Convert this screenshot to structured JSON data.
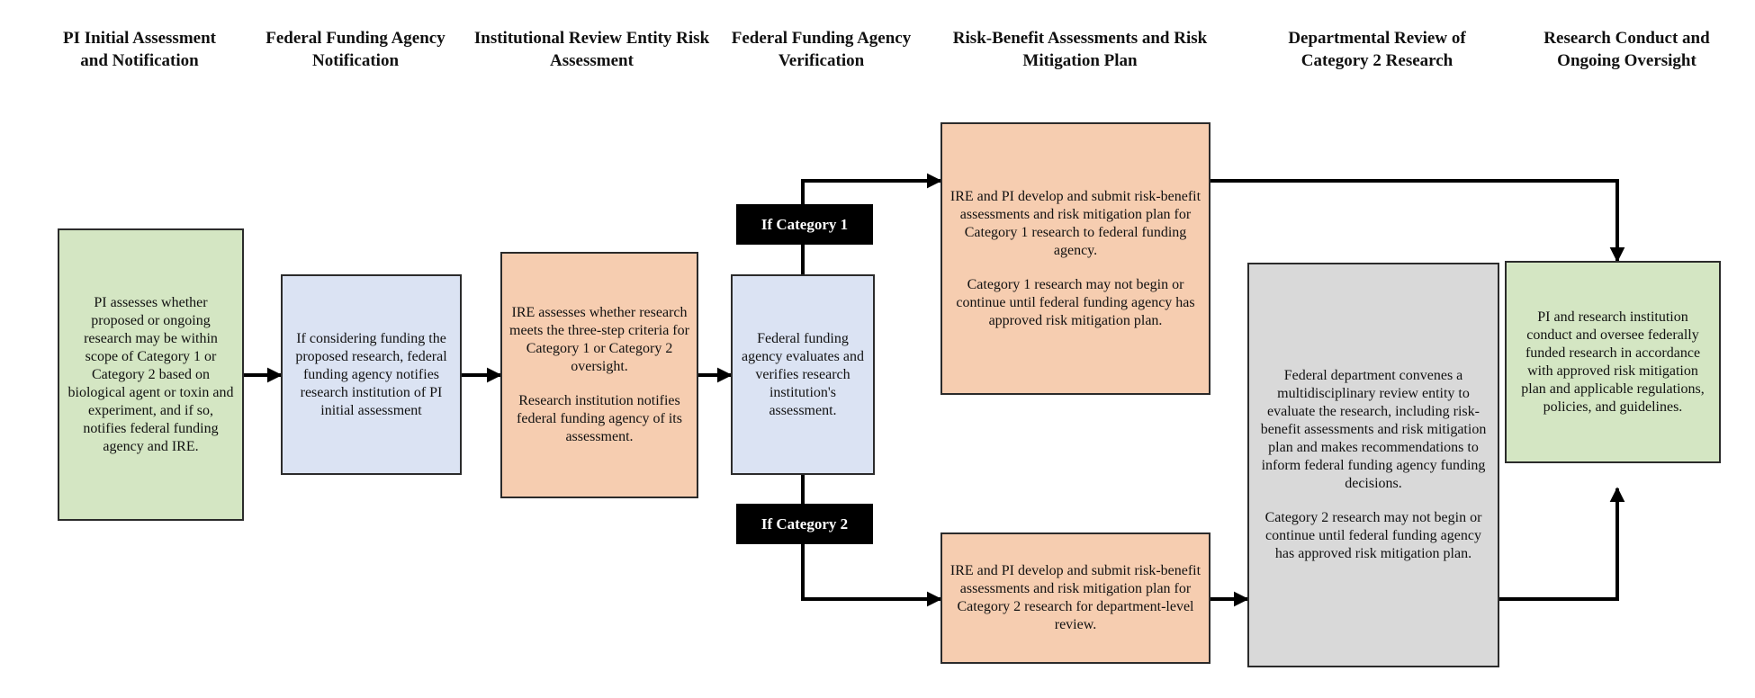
{
  "headers": [
    "PI Initial Assessment and Notification",
    "Federal Funding Agency Notification",
    "Institutional Review Entity Risk Assessment",
    "Federal Funding Agency Verification",
    "Risk-Benefit Assessments and Risk Mitigation Plan",
    "Departmental Review of Category 2 Research",
    "Research Conduct and Ongoing Oversight"
  ],
  "boxes": {
    "pi_assess": "PI assesses whether proposed or ongoing research may be within scope of Category 1 or Category 2 based on biological agent or toxin and experiment, and if so, notifies federal funding agency and IRE.",
    "agency_notify": "If considering funding the proposed research, federal funding agency notifies research institution of PI initial assessment",
    "ire_assess_1": "IRE assesses whether research meets the three-step criteria for Category 1 or Category 2 oversight.",
    "ire_assess_2": "Research institution notifies federal funding agency of its assessment.",
    "verify": "Federal funding agency evaluates and verifies research institution's assessment.",
    "cat1_plan_1": "IRE and PI develop and submit risk-benefit assessments and risk mitigation plan for Category 1 research to federal funding agency.",
    "cat1_plan_2": "Category 1 research may not begin or continue until federal funding agency has approved risk mitigation plan.",
    "cat2_plan": "IRE and PI develop and submit risk-benefit assessments and risk mitigation plan for Category 2 research for department-level review.",
    "dept_review_1": "Federal department convenes a multidisciplinary review entity to evaluate the research, including risk-benefit assessments and risk mitigation plan and makes recommendations to inform federal funding agency funding decisions.",
    "dept_review_2": "Category 2 research may not begin or continue until federal funding agency has approved risk mitigation plan.",
    "conduct": "PI and research institution conduct and oversee federally funded research in accordance with approved risk mitigation plan and applicable regulations, policies, and guidelines."
  },
  "tags": {
    "cat1": "If Category 1",
    "cat2": "If Category 2"
  }
}
